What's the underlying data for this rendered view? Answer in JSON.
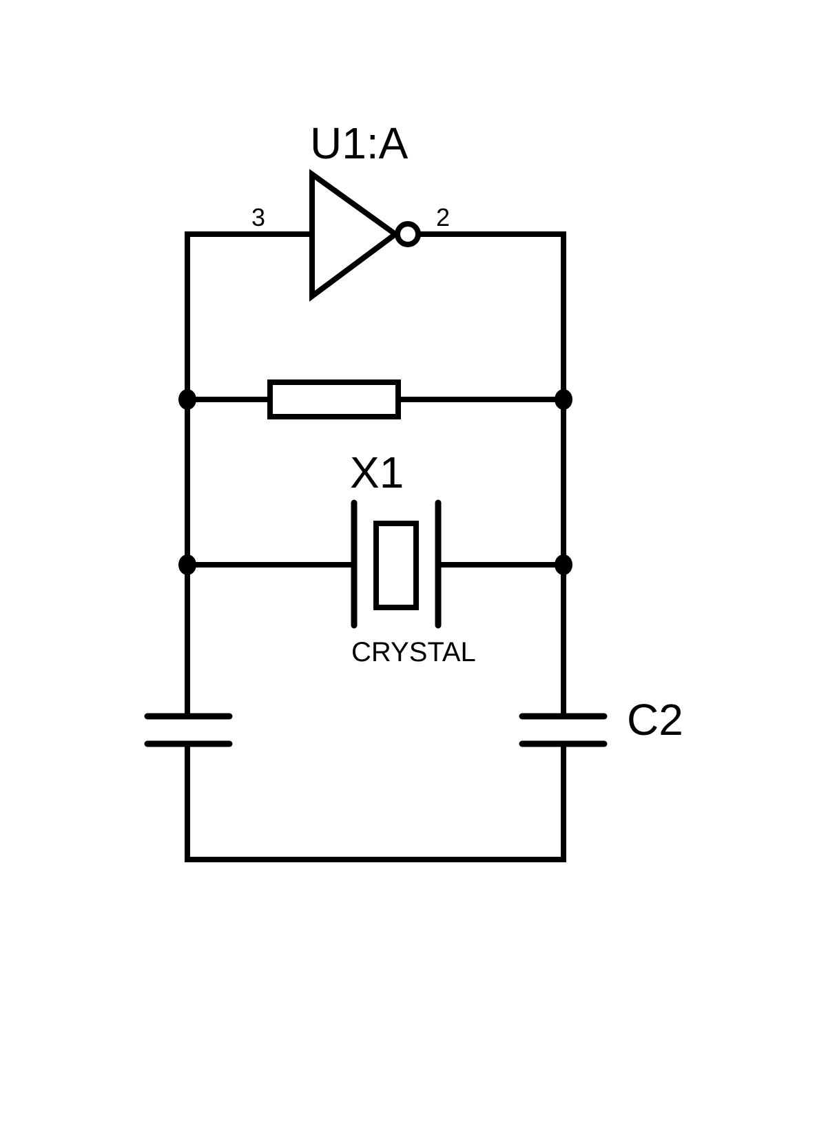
{
  "schematic": {
    "title": "Crystal oscillator circuit",
    "components": {
      "inverter": {
        "ref": "U1:A",
        "input_pin": "3",
        "output_pin": "2",
        "type": "inverter"
      },
      "resistor": {
        "ref": "",
        "type": "resistor"
      },
      "crystal": {
        "ref": "X1",
        "value": "CRYSTAL",
        "type": "crystal"
      },
      "capacitor_left": {
        "ref": "",
        "type": "capacitor"
      },
      "capacitor_right": {
        "ref": "C2",
        "type": "capacitor"
      }
    },
    "colors": {
      "stroke": "#000000",
      "background": "#ffffff"
    }
  }
}
